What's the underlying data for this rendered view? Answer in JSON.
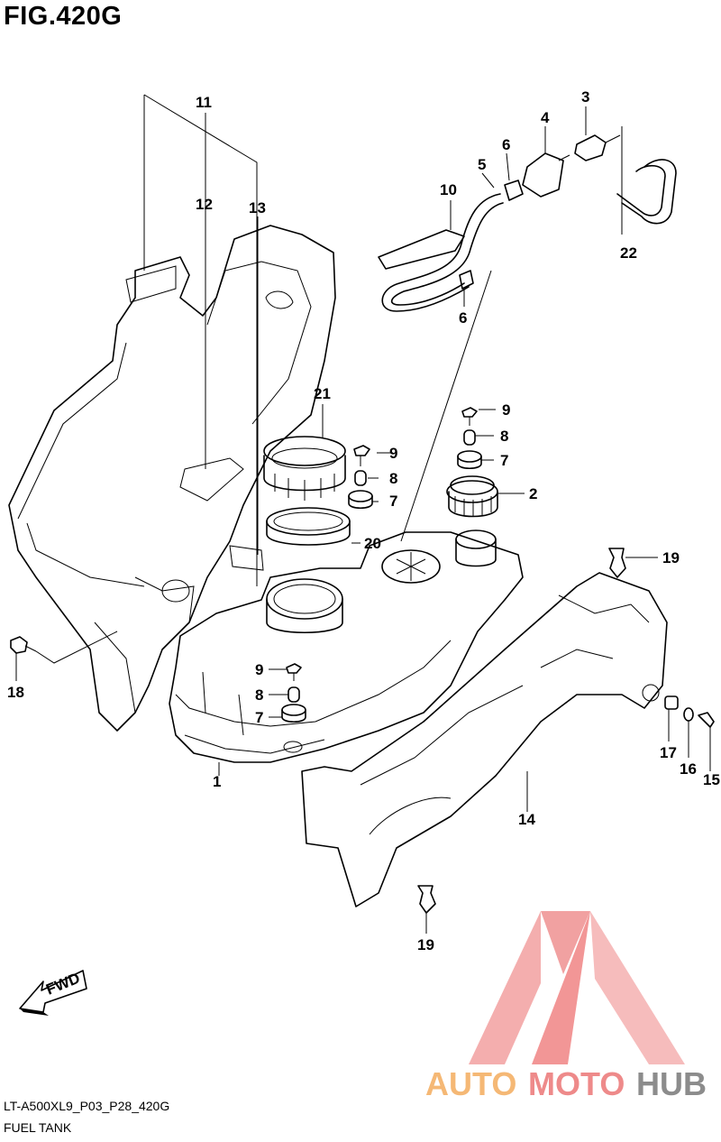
{
  "figure": {
    "title": "FIG.420G",
    "code": "LT-A500XL9_P03_P28_420G",
    "caption": "FUEL TANK"
  },
  "fwd_label": "FWD",
  "watermark": {
    "word_orange": "AUTO",
    "word_red": "MOTO",
    "word_gray": "HUB",
    "colors": {
      "orange": "#f5b875",
      "red": "#ee8a8a",
      "gray": "#8c8c8c"
    }
  },
  "callouts": [
    {
      "id": "c1",
      "text": "1"
    },
    {
      "id": "c2",
      "text": "2"
    },
    {
      "id": "c3",
      "text": "3"
    },
    {
      "id": "c4",
      "text": "4"
    },
    {
      "id": "c5",
      "text": "5"
    },
    {
      "id": "c6a",
      "text": "6"
    },
    {
      "id": "c6b",
      "text": "6"
    },
    {
      "id": "c7a",
      "text": "7"
    },
    {
      "id": "c7b",
      "text": "7"
    },
    {
      "id": "c7c",
      "text": "7"
    },
    {
      "id": "c8a",
      "text": "8"
    },
    {
      "id": "c8b",
      "text": "8"
    },
    {
      "id": "c8c",
      "text": "8"
    },
    {
      "id": "c9a",
      "text": "9"
    },
    {
      "id": "c9b",
      "text": "9"
    },
    {
      "id": "c9c",
      "text": "9"
    },
    {
      "id": "c10",
      "text": "10"
    },
    {
      "id": "c11",
      "text": "11"
    },
    {
      "id": "c12",
      "text": "12"
    },
    {
      "id": "c13",
      "text": "13"
    },
    {
      "id": "c14",
      "text": "14"
    },
    {
      "id": "c15",
      "text": "15"
    },
    {
      "id": "c16",
      "text": "16"
    },
    {
      "id": "c17",
      "text": "17"
    },
    {
      "id": "c18",
      "text": "18"
    },
    {
      "id": "c19a",
      "text": "19"
    },
    {
      "id": "c19b",
      "text": "19"
    },
    {
      "id": "c20",
      "text": "20"
    },
    {
      "id": "c21",
      "text": "21"
    },
    {
      "id": "c22",
      "text": "22"
    }
  ]
}
